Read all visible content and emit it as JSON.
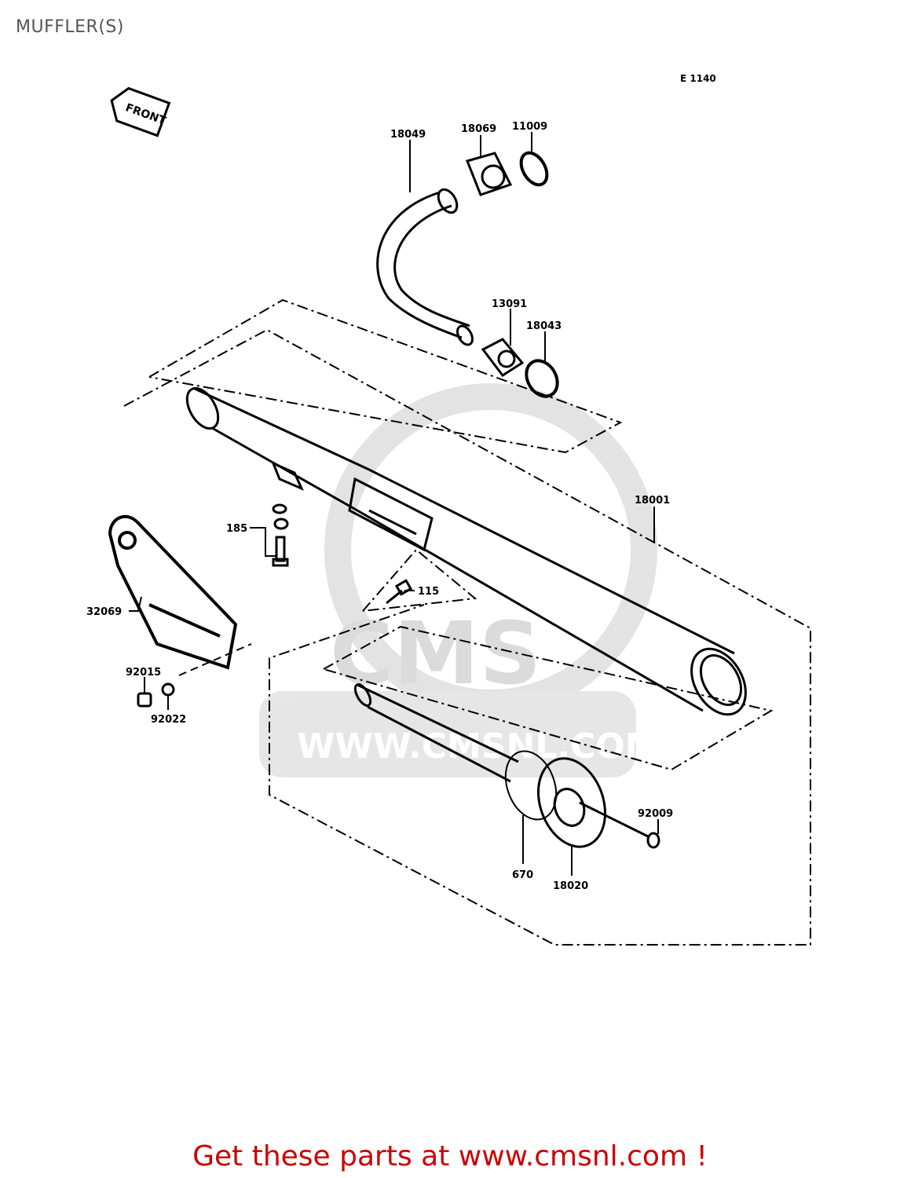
{
  "page": {
    "title": "MUFFLER(S)",
    "diagram_code": "E 1140",
    "front_marker": "FRONT",
    "watermark": {
      "brand": "CMS",
      "url": "WWW.CMSNL.COM",
      "color": "#d8d8d8"
    },
    "footer_link": "Get these parts at www.cmsnl.com !",
    "footer_color": "#cc0000"
  },
  "parts": [
    {
      "number": "18049"
    },
    {
      "number": "18069"
    },
    {
      "number": "11009"
    },
    {
      "number": "13091"
    },
    {
      "number": "18043"
    },
    {
      "number": "18001"
    },
    {
      "number": "185"
    },
    {
      "number": "115"
    },
    {
      "number": "32069"
    },
    {
      "number": "92015"
    },
    {
      "number": "92022"
    },
    {
      "number": "92009"
    },
    {
      "number": "670"
    },
    {
      "number": "18020"
    }
  ]
}
